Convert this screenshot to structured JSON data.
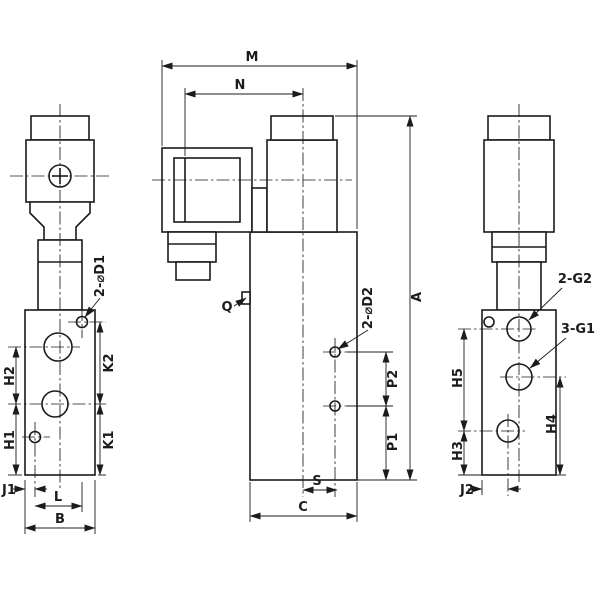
{
  "drawing": {
    "type": "technical-dimension-drawing",
    "subject": "solenoid-valve-three-view",
    "colors": {
      "line": "#1b1b1b",
      "bg": "#ffffff"
    },
    "front": {
      "d1": "2-⌀D1",
      "h2": "H2",
      "h1": "H1",
      "k2": "K2",
      "k1": "K1",
      "j1": "J1",
      "l": "L",
      "b": "B"
    },
    "side": {
      "m": "M",
      "n": "N",
      "a": "A",
      "q": "Q",
      "d2": "2-⌀D2",
      "p2": "P2",
      "p1": "P1",
      "s": "S",
      "c": "C"
    },
    "ports": {
      "g2": "2-G2",
      "g1": "3-G1",
      "h5": "H5",
      "h4": "H4",
      "h3": "H3",
      "j2": "J2"
    }
  }
}
